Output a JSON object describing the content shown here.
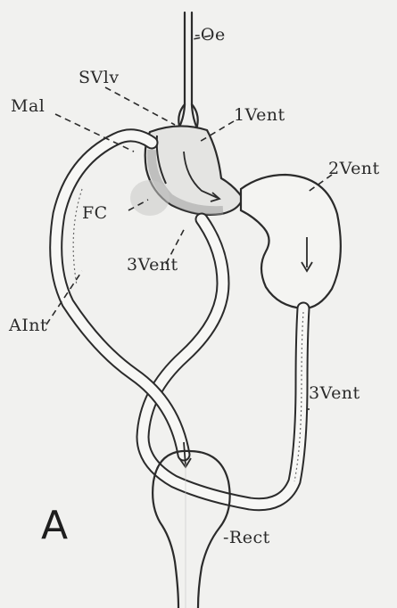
{
  "figure_letter": "A",
  "labels": {
    "oe": "-Oe",
    "svlv": "SVlv",
    "mal": "Mal",
    "vent1": "1Vent",
    "vent2": "2Vent",
    "fc": "FC",
    "vent3_inner": "3Vent",
    "aint": "AInt",
    "vent3_outer": "3Vent",
    "rect": "-Rect"
  },
  "colors": {
    "ink": "#2b2b2b",
    "paper": "#f1f1ef",
    "shade": "#b9b9b9"
  }
}
